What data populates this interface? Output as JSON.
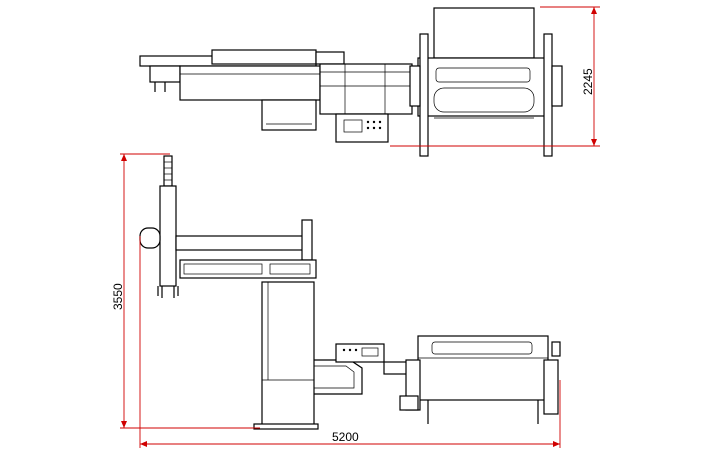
{
  "dimensions": {
    "height_top_view": "2245",
    "height_side_view": "3550",
    "overall_length": "5200"
  },
  "colors": {
    "line": "#000000",
    "dimension_line": "#d00000"
  }
}
